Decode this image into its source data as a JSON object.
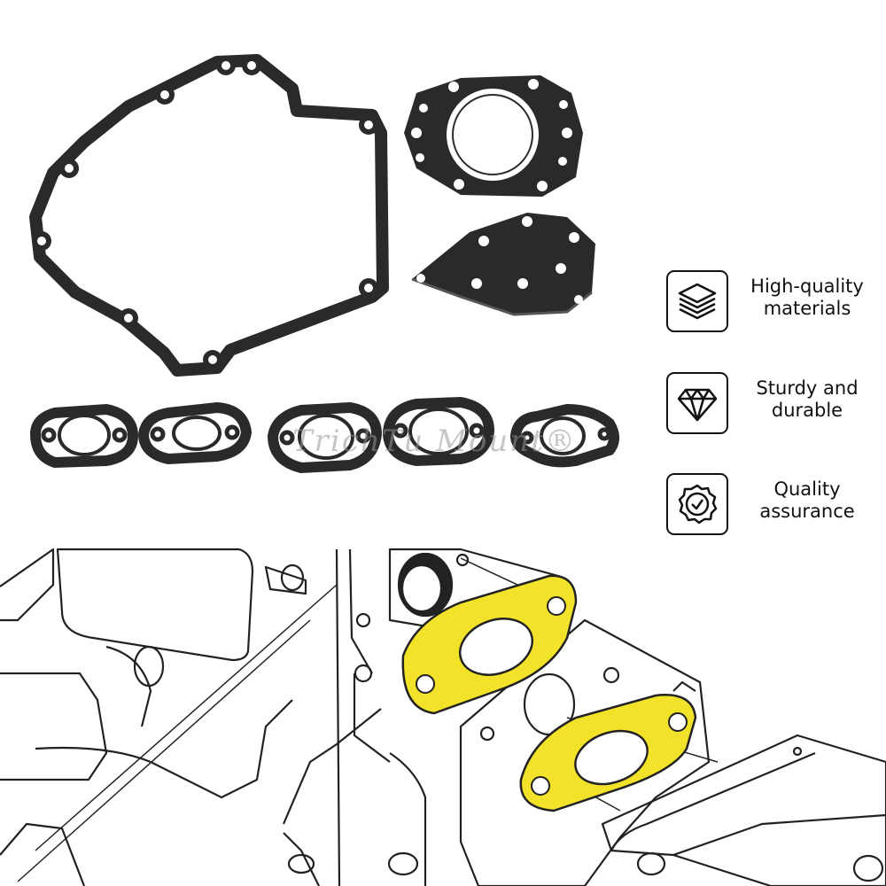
{
  "features": [
    {
      "icon": "stacked-layers-icon",
      "label_line1": "High-quality",
      "label_line2": "materials"
    },
    {
      "icon": "diamond-icon",
      "label_line1": "Sturdy and",
      "label_line2": "durable"
    },
    {
      "icon": "quality-badge-icon",
      "label_line1": "Quality",
      "label_line2": "assurance"
    }
  ],
  "watermark": "TrichTu Mount®",
  "colors": {
    "gasket": "#2a2a2a",
    "highlight": "#f2e22a",
    "line": "#222222"
  }
}
